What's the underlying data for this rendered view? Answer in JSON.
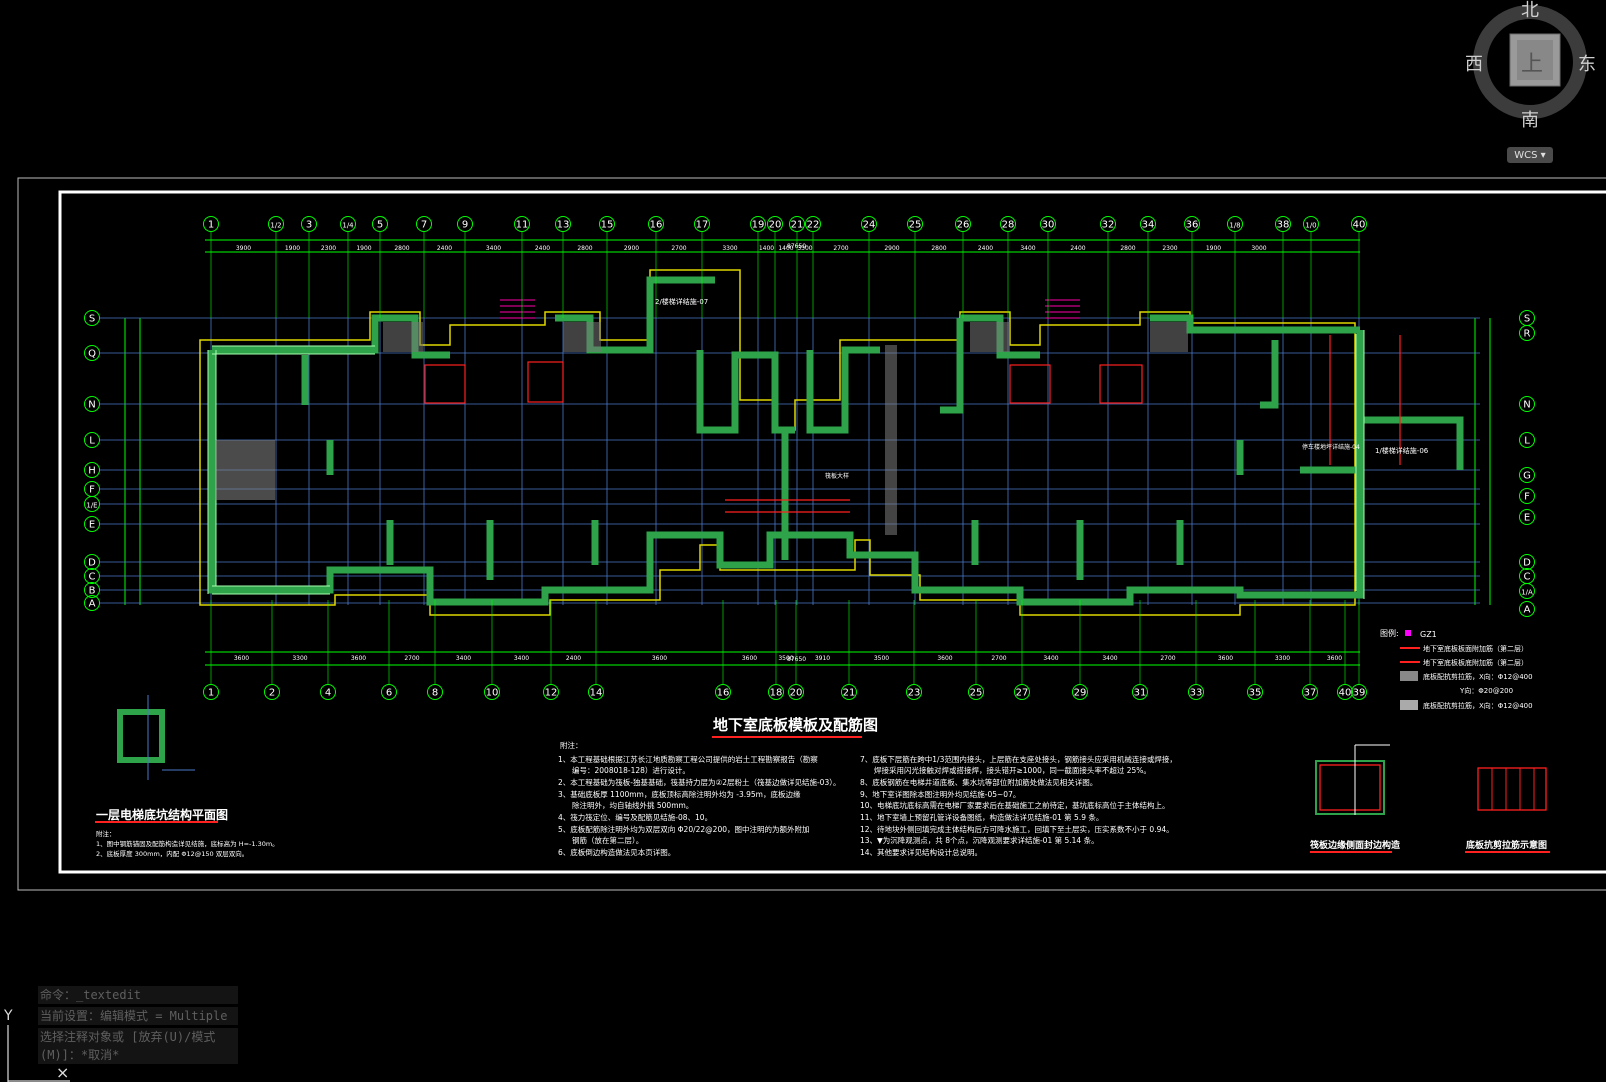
{
  "drawing": {
    "title": "地下室底板模板及配筋图",
    "pit_title": "一层电梯底坑结构平面图",
    "detail_title_1": "筏板边缘侧面封边构造",
    "detail_title_2": "底板抗剪拉筋示意图",
    "top_axes": [
      "1",
      "1/2",
      "3",
      "1/4",
      "5",
      "7",
      "9",
      "11",
      "13",
      "15",
      "16",
      "17",
      "19",
      "20",
      "21",
      "22",
      "24",
      "25",
      "26",
      "28",
      "30",
      "32",
      "34",
      "36",
      "1/8",
      "38",
      "1/0",
      "40"
    ],
    "bottom_axes": [
      "1",
      "2",
      "4",
      "6",
      "8",
      "10",
      "12",
      "14",
      "16",
      "18",
      "20",
      "21",
      "23",
      "25",
      "27",
      "29",
      "31",
      "33",
      "35",
      "37",
      "39",
      "40"
    ],
    "left_axes": [
      "S",
      "Q",
      "N",
      "L",
      "H",
      "F",
      "1/E",
      "E",
      "D",
      "C",
      "B",
      "A"
    ],
    "right_axes": [
      "S",
      "R",
      "N",
      "L",
      "G",
      "F",
      "E",
      "D",
      "C",
      "1/A",
      "A"
    ],
    "top_dims": [
      "3900",
      "1900",
      "2300",
      "1900",
      "2800",
      "2400",
      "3400",
      "2400",
      "2800",
      "2900",
      "2700",
      "3300",
      "1400",
      "1400",
      "3300",
      "2700",
      "2900",
      "2800",
      "2400",
      "3400",
      "2400",
      "2800",
      "2300",
      "1900",
      "3000"
    ],
    "bottom_dims": [
      "3600",
      "3300",
      "3600",
      "2700",
      "3400",
      "3400",
      "2400",
      "3600",
      "3600",
      "3500",
      "3910",
      "3500",
      "3600",
      "2700",
      "3400",
      "3400",
      "2700",
      "3600",
      "3300",
      "3600"
    ],
    "total_dim": "87650",
    "legend": {
      "title": "图例:",
      "items": [
        "GZ1",
        "地下室底板板面附加筋（第二层）",
        "地下室底板板底附加筋（第二层）",
        "底板配抗剪拉筋，X向：Φ12@400",
        "Y向：Φ20@200",
        "底板配抗剪拉筋，X向：Φ12@400"
      ]
    },
    "notes_heading": "附注：",
    "notes_left": [
      "1、本工程基础根据江苏长江地质勘察工程公司提供的岩土工程勘察报告（勘察",
      "编号：2008018-128）进行设计。",
      "2、本工程基础为筏板-独基基础，筏基持力层为②2层粉土（筏基边做详见结施-03）。",
      "3、基础底板厚 1100mm，底板顶标高除注明外均为 -3.95m，底板边缘",
      "除注明外，均自轴线外挑 500mm。",
      "4、筏力筏定位、编号及配筋见结施-08、10。",
      "5、底板配筋除注明外均为双层双向 Φ20/22@200，图中注明的为额外附加",
      "钢筋（放在第二层）。",
      "6、底板倒边构造做法见本页详图。"
    ],
    "notes_right": [
      "7、底板下层筋在跨中1/3范围内接头，上层筋在支座处接头，钢筋接头应采用机械连接或焊接，",
      "焊接采用闪光接触对焊或搭接焊，接头错开≥1000，同一截面接头率不超过 25%。",
      "8、底板钢筋在电梯井道底板、集水坑等部位附加筋处做法见相关详图。",
      "9、地下室详图除本图注明外均见结施-05~07。",
      "10、电梯底坑底标高需在电梯厂家要求后在基础施工之前待定，基坑底标高位于主体结构上。",
      "11、地下室墙上预留孔管详设备图纸，构造做法详见结施-01 第 5.9 条。",
      "12、待地块外侧回填完成主体结构后方可降水施工，回填下至土层实，压实系数不小于 0.94。",
      "13、▼为沉降观测点，共 8个点，沉降观测要求详结施-01 第 5.14 条。",
      "14、其他要求详见结构设计总说明。"
    ],
    "pit_notes": [
      "附注：",
      "1、图中钢筋锚固及配筋构造详见结施，底标高为 H=-1.30m。",
      "2、底板厚度 300mm，内配 Φ12@150 双层双向。"
    ],
    "annotations": [
      "2/楼梯详结施-07",
      "1/楼梯详结施-06",
      "停车楼地坪详结施-04",
      "筏板大样"
    ]
  },
  "viewcube": {
    "north": "北",
    "south": "南",
    "east": "东",
    "west": "西",
    "face": "上",
    "wcs_label": "WCS ▾"
  },
  "command_history": [
    "命令：_textedit",
    "当前设置：编辑模式 = Multiple",
    "选择注释对象或 [放弃(U)/模式(M)]：*取消*"
  ],
  "ucs_label": "Y",
  "colors": {
    "wall": "#2ea34a",
    "wall_outline": "#7dff8a",
    "axis": "#00ff00",
    "footing": "#e8e000",
    "rebar": "#ff2020",
    "frame": "#ffffff",
    "text_cyan": "#00e5ff",
    "marker": "#ff00ff"
  }
}
